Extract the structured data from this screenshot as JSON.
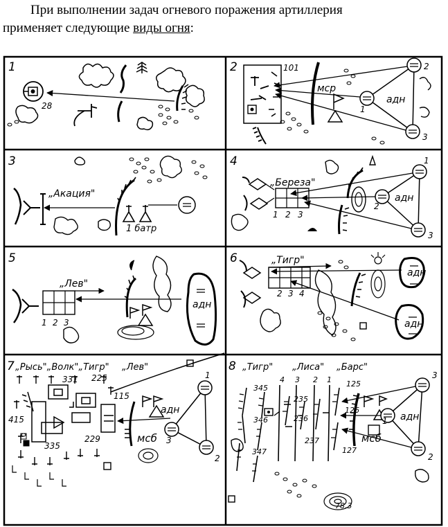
{
  "intro": {
    "line1": "При выполнении задач огневого поражения артиллерия",
    "line2_prefix": "применяет следующие ",
    "line2_underlined": "виды огня",
    "line2_suffix": ":"
  },
  "panels": [
    {
      "number": "1",
      "labels": {
        "target": "28"
      }
    },
    {
      "number": "2",
      "labels": {
        "unit": "101",
        "msr": "мср",
        "adn": "адн",
        "b1": "1",
        "b2": "2",
        "b3": "3"
      }
    },
    {
      "number": "3",
      "labels": {
        "code": "„Акация\"",
        "batr": "1 батр"
      }
    },
    {
      "number": "4",
      "labels": {
        "code": "„Береза\"",
        "l1": "1",
        "l2": "2",
        "l3": "3",
        "adn": "адн",
        "b1": "1",
        "b2": "2",
        "b3": "3"
      }
    },
    {
      "number": "5",
      "labels": {
        "code": "„Лев\"",
        "l1": "1",
        "l2": "2",
        "l3": "3",
        "adn": "адн"
      }
    },
    {
      "number": "6",
      "labels": {
        "code": "„Тигр\"",
        "l2": "2",
        "l3": "3",
        "l4": "4",
        "adn1": "адн",
        "adn2": "адн"
      }
    },
    {
      "number": "7",
      "labels": {
        "codes": "„Рысь\"„Волк\"„Тигр\"",
        "lev": "„Лев\"",
        "u331": "331",
        "u225": "225",
        "u115": "115",
        "u415": "415",
        "u335": "335",
        "u229": "229",
        "msb": "мсб",
        "adn": "адн",
        "b1": "1",
        "b2": "2",
        "b3": "3"
      }
    },
    {
      "number": "8",
      "labels": {
        "tigr": "„Тигр\"",
        "lisa": "„Лиса\"",
        "bars": "„Барс\"",
        "u345": "345",
        "u346": "346",
        "u347": "347",
        "u235": "235",
        "u236": "236",
        "u237": "237",
        "u125": "125",
        "u126": "126",
        "u127": "127",
        "n4": "4",
        "n3": "3",
        "n2": "2",
        "n1": "1",
        "msb": "мсб",
        "adn": "адн",
        "b1": "1",
        "b2": "2",
        "b3": "3",
        "height": "78,3"
      }
    }
  ]
}
